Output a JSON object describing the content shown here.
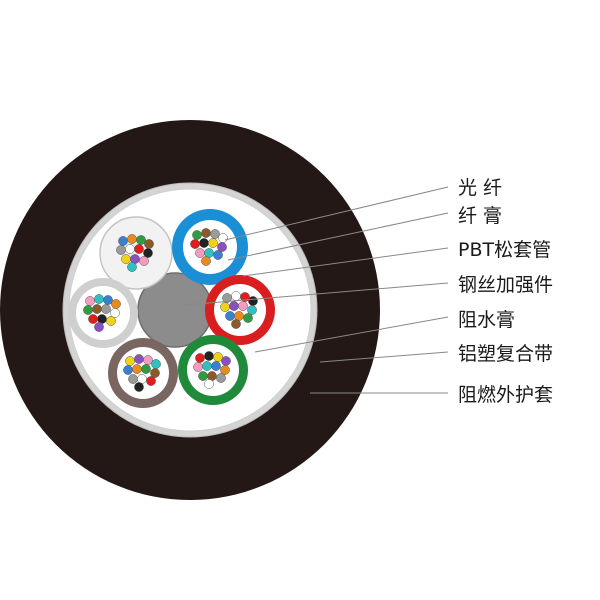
{
  "labels": {
    "fiber": "光 纤",
    "fiber_gel": "纤 膏",
    "pbt_tube": "PBT松套管",
    "steel_wire": "钢丝加强件",
    "water_block": "阻水膏",
    "aluminum_tape": "铝塑复合带",
    "sheath": "阻燃外护套"
  },
  "colors": {
    "sheath": "#231815",
    "armor": "#d4d4d4",
    "core_fill": "#ffffff",
    "strength_member": "#8c8c8c",
    "tube_white": "#f2f2f2",
    "tube_blue": "#1a8fd6",
    "tube_red": "#d81e1e",
    "tube_green": "#1f8a3a",
    "tube_brown": "#7a6660",
    "tube_gray": "#cfcfcf",
    "fiber_colors": [
      "#3a7fd0",
      "#e88a1c",
      "#2f9c3f",
      "#8a5a2b",
      "#9a9a9a",
      "#ffffff",
      "#e21d1d",
      "#222222",
      "#f0d21a",
      "#8a4fc0",
      "#f29cc0",
      "#2fc0c0"
    ]
  }
}
